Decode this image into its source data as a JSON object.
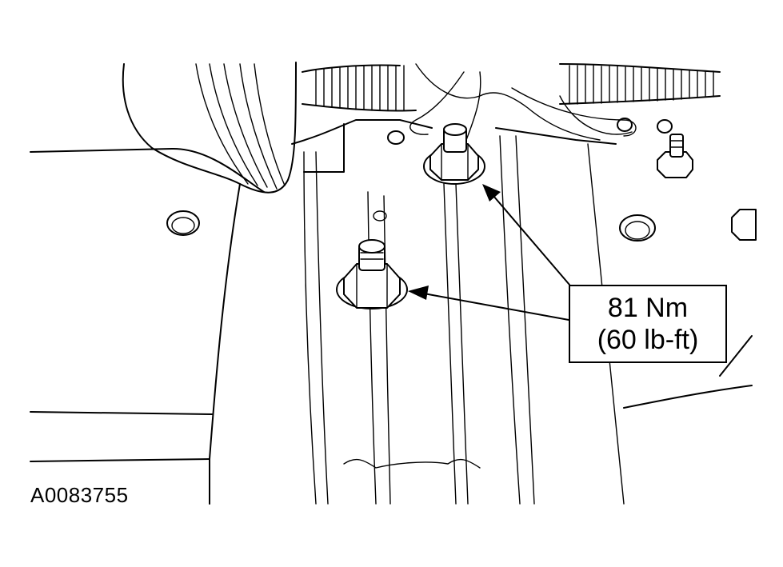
{
  "callout": {
    "torque_metric": "81 Nm",
    "torque_imperial": "(60 lb-ft)"
  },
  "figure_id": "A0083755",
  "colors": {
    "ink": "#000000",
    "paper": "#ffffff"
  }
}
